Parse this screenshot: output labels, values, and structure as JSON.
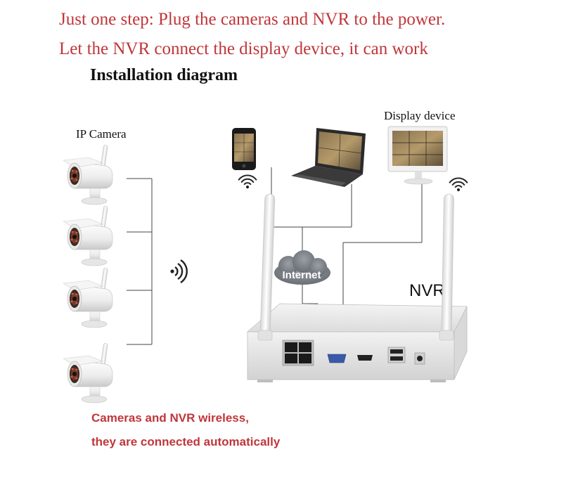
{
  "header": {
    "line1": "Just one step:  Plug the cameras and NVR to the power.",
    "line2": "Let the NVR connect the display device, it can work",
    "title": "Installation diagram"
  },
  "labels": {
    "ip_camera": "IP Camera",
    "display_device": "Display device",
    "nvr": "NVR",
    "internet": "Internet"
  },
  "notes": {
    "line1": "Cameras and NVR wireless,",
    "line2": "they are connected automatically"
  },
  "colors": {
    "accent_red": "#c0363a",
    "line": "#444444",
    "internet_bubble": "#7b7f86"
  },
  "icons": [
    "ip-camera-icon",
    "wifi-signal-icon",
    "smartphone-icon",
    "laptop-icon",
    "monitor-icon",
    "nvr-device-icon",
    "cloud-icon"
  ]
}
